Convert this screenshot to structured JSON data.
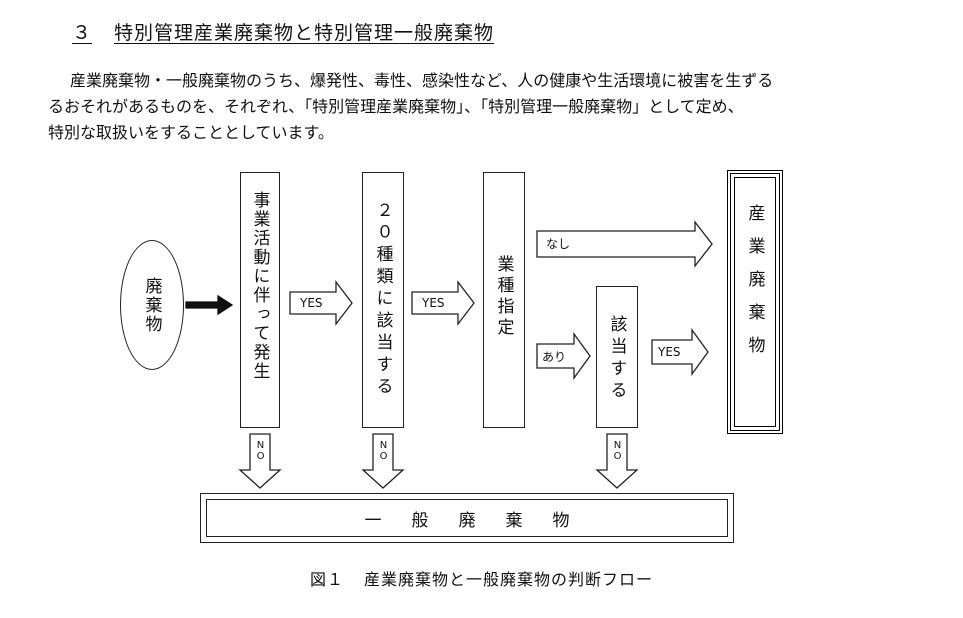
{
  "heading": {
    "number": "３",
    "title": "特別管理産業廃棄物と特別管理一般廃棄物"
  },
  "paragraph": [
    "産業廃棄物・一般廃棄物のうち、爆発性、毒性、感染性など、人の健康や生活環境に被害を生ずる",
    "るおそれがあるものを、それぞれ、「特別管理産業廃棄物」、「特別管理一般廃棄物」として定め、",
    "特別な取扱いをすることとしています。"
  ],
  "flow": {
    "start": "廃棄物",
    "step1": "事業活動に伴って発生",
    "step2": "２０種類に該当する",
    "step3": "業種指定",
    "step4": "該当する",
    "result_industrial": "産業廃棄物",
    "result_general": "一般廃棄物",
    "yes_label": "YES",
    "no_label": "NO",
    "none_label": "なし",
    "exists_label": "あり"
  },
  "caption": {
    "figure": "図１",
    "text": "産業廃棄物と一般廃棄物の判断フロー"
  }
}
